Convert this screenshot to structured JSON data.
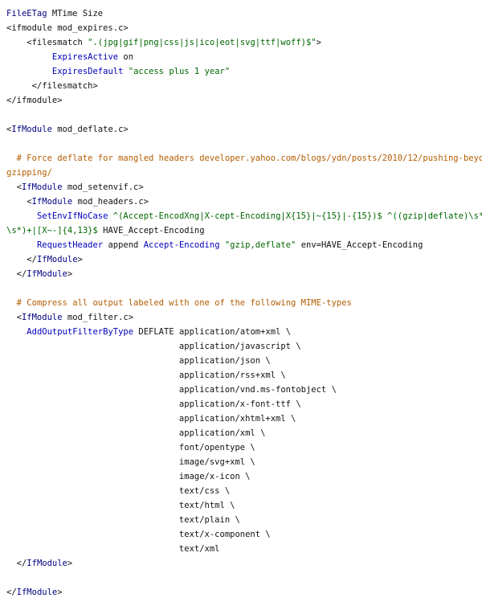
{
  "code": {
    "colors": {
      "keyword": "#000080",
      "directive": "#0000bb",
      "string": "#006600",
      "comment": "#b35c00",
      "plain": "#111111"
    },
    "lines": [
      {
        "tokens": [
          [
            "keyword",
            "FileETag"
          ],
          [
            "plain",
            " MTime Size"
          ]
        ]
      },
      {
        "tokens": [
          [
            "plain",
            "<ifmodule mod_expires.c>"
          ]
        ]
      },
      {
        "tokens": [
          [
            "plain",
            "    <filesmatch "
          ],
          [
            "string",
            "\".(jpg|gif|png|css|js|ico|eot|svg|ttf|woff)$\""
          ],
          [
            "plain",
            ">"
          ]
        ]
      },
      {
        "tokens": [
          [
            "plain",
            "         "
          ],
          [
            "directive",
            "ExpiresActive"
          ],
          [
            "plain",
            " on"
          ]
        ]
      },
      {
        "tokens": [
          [
            "plain",
            "         "
          ],
          [
            "directive",
            "ExpiresDefault"
          ],
          [
            "plain",
            " "
          ],
          [
            "string",
            "\"access plus 1 year\""
          ]
        ]
      },
      {
        "tokens": [
          [
            "plain",
            "     </filesmatch>"
          ]
        ]
      },
      {
        "tokens": [
          [
            "plain",
            "</ifmodule>"
          ]
        ]
      },
      {
        "tokens": []
      },
      {
        "tokens": [
          [
            "plain",
            "<"
          ],
          [
            "keyword",
            "IfModule"
          ],
          [
            "plain",
            " mod_deflate.c>"
          ]
        ]
      },
      {
        "tokens": []
      },
      {
        "tokens": [
          [
            "plain",
            "  "
          ],
          [
            "comment",
            "# Force deflate for mangled headers developer.yahoo.com/blogs/ydn/posts/2010/12/pushing-beyond-"
          ]
        ]
      },
      {
        "tokens": [
          [
            "comment",
            "gzipping/"
          ]
        ]
      },
      {
        "tokens": [
          [
            "plain",
            "  <"
          ],
          [
            "keyword",
            "IfModule"
          ],
          [
            "plain",
            " mod_setenvif.c>"
          ]
        ]
      },
      {
        "tokens": [
          [
            "plain",
            "    <"
          ],
          [
            "keyword",
            "IfModule"
          ],
          [
            "plain",
            " mod_headers.c>"
          ]
        ]
      },
      {
        "tokens": [
          [
            "plain",
            "      "
          ],
          [
            "directive",
            "SetEnvIfNoCase"
          ],
          [
            "plain",
            " "
          ],
          [
            "string",
            "^(Accept-EncodXng|X-cept-Encoding|X{15}|~{15}|-{15})$"
          ],
          [
            "plain",
            " "
          ],
          [
            "string",
            "^((gzip|deflate)\\s*,?"
          ]
        ]
      },
      {
        "tokens": [
          [
            "string",
            "\\s*)+|[X~-]{4,13}$"
          ],
          [
            "plain",
            " HAVE_Accept-Encoding"
          ]
        ]
      },
      {
        "tokens": [
          [
            "plain",
            "      "
          ],
          [
            "directive",
            "RequestHeader"
          ],
          [
            "plain",
            " append "
          ],
          [
            "directive",
            "Accept-Encoding"
          ],
          [
            "plain",
            " "
          ],
          [
            "string",
            "\"gzip,deflate\""
          ],
          [
            "plain",
            " env=HAVE_Accept-Encoding"
          ]
        ]
      },
      {
        "tokens": [
          [
            "plain",
            "    </"
          ],
          [
            "keyword",
            "IfModule"
          ],
          [
            "plain",
            ">"
          ]
        ]
      },
      {
        "tokens": [
          [
            "plain",
            "  </"
          ],
          [
            "keyword",
            "IfModule"
          ],
          [
            "plain",
            ">"
          ]
        ]
      },
      {
        "tokens": []
      },
      {
        "tokens": [
          [
            "plain",
            "  "
          ],
          [
            "comment",
            "# Compress all output labeled with one of the following MIME-types"
          ]
        ]
      },
      {
        "tokens": [
          [
            "plain",
            "  <"
          ],
          [
            "keyword",
            "IfModule"
          ],
          [
            "plain",
            " mod_filter.c>"
          ]
        ]
      },
      {
        "tokens": [
          [
            "plain",
            "    "
          ],
          [
            "directive",
            "AddOutputFilterByType"
          ],
          [
            "plain",
            " DEFLATE application/atom+xml \\"
          ]
        ]
      },
      {
        "tokens": [
          [
            "plain",
            "                                  application/javascript \\"
          ]
        ]
      },
      {
        "tokens": [
          [
            "plain",
            "                                  application/json \\"
          ]
        ]
      },
      {
        "tokens": [
          [
            "plain",
            "                                  application/rss+xml \\"
          ]
        ]
      },
      {
        "tokens": [
          [
            "plain",
            "                                  application/vnd.ms-fontobject \\"
          ]
        ]
      },
      {
        "tokens": [
          [
            "plain",
            "                                  application/x-font-ttf \\"
          ]
        ]
      },
      {
        "tokens": [
          [
            "plain",
            "                                  application/xhtml+xml \\"
          ]
        ]
      },
      {
        "tokens": [
          [
            "plain",
            "                                  application/xml \\"
          ]
        ]
      },
      {
        "tokens": [
          [
            "plain",
            "                                  font/opentype \\"
          ]
        ]
      },
      {
        "tokens": [
          [
            "plain",
            "                                  image/svg+xml \\"
          ]
        ]
      },
      {
        "tokens": [
          [
            "plain",
            "                                  image/x-icon \\"
          ]
        ]
      },
      {
        "tokens": [
          [
            "plain",
            "                                  text/css \\"
          ]
        ]
      },
      {
        "tokens": [
          [
            "plain",
            "                                  text/html \\"
          ]
        ]
      },
      {
        "tokens": [
          [
            "plain",
            "                                  text/plain \\"
          ]
        ]
      },
      {
        "tokens": [
          [
            "plain",
            "                                  text/x-component \\"
          ]
        ]
      },
      {
        "tokens": [
          [
            "plain",
            "                                  text/xml"
          ]
        ]
      },
      {
        "tokens": [
          [
            "plain",
            "  </"
          ],
          [
            "keyword",
            "IfModule"
          ],
          [
            "plain",
            ">"
          ]
        ]
      },
      {
        "tokens": []
      },
      {
        "tokens": [
          [
            "plain",
            "</"
          ],
          [
            "keyword",
            "IfModule"
          ],
          [
            "plain",
            ">"
          ]
        ]
      }
    ]
  }
}
